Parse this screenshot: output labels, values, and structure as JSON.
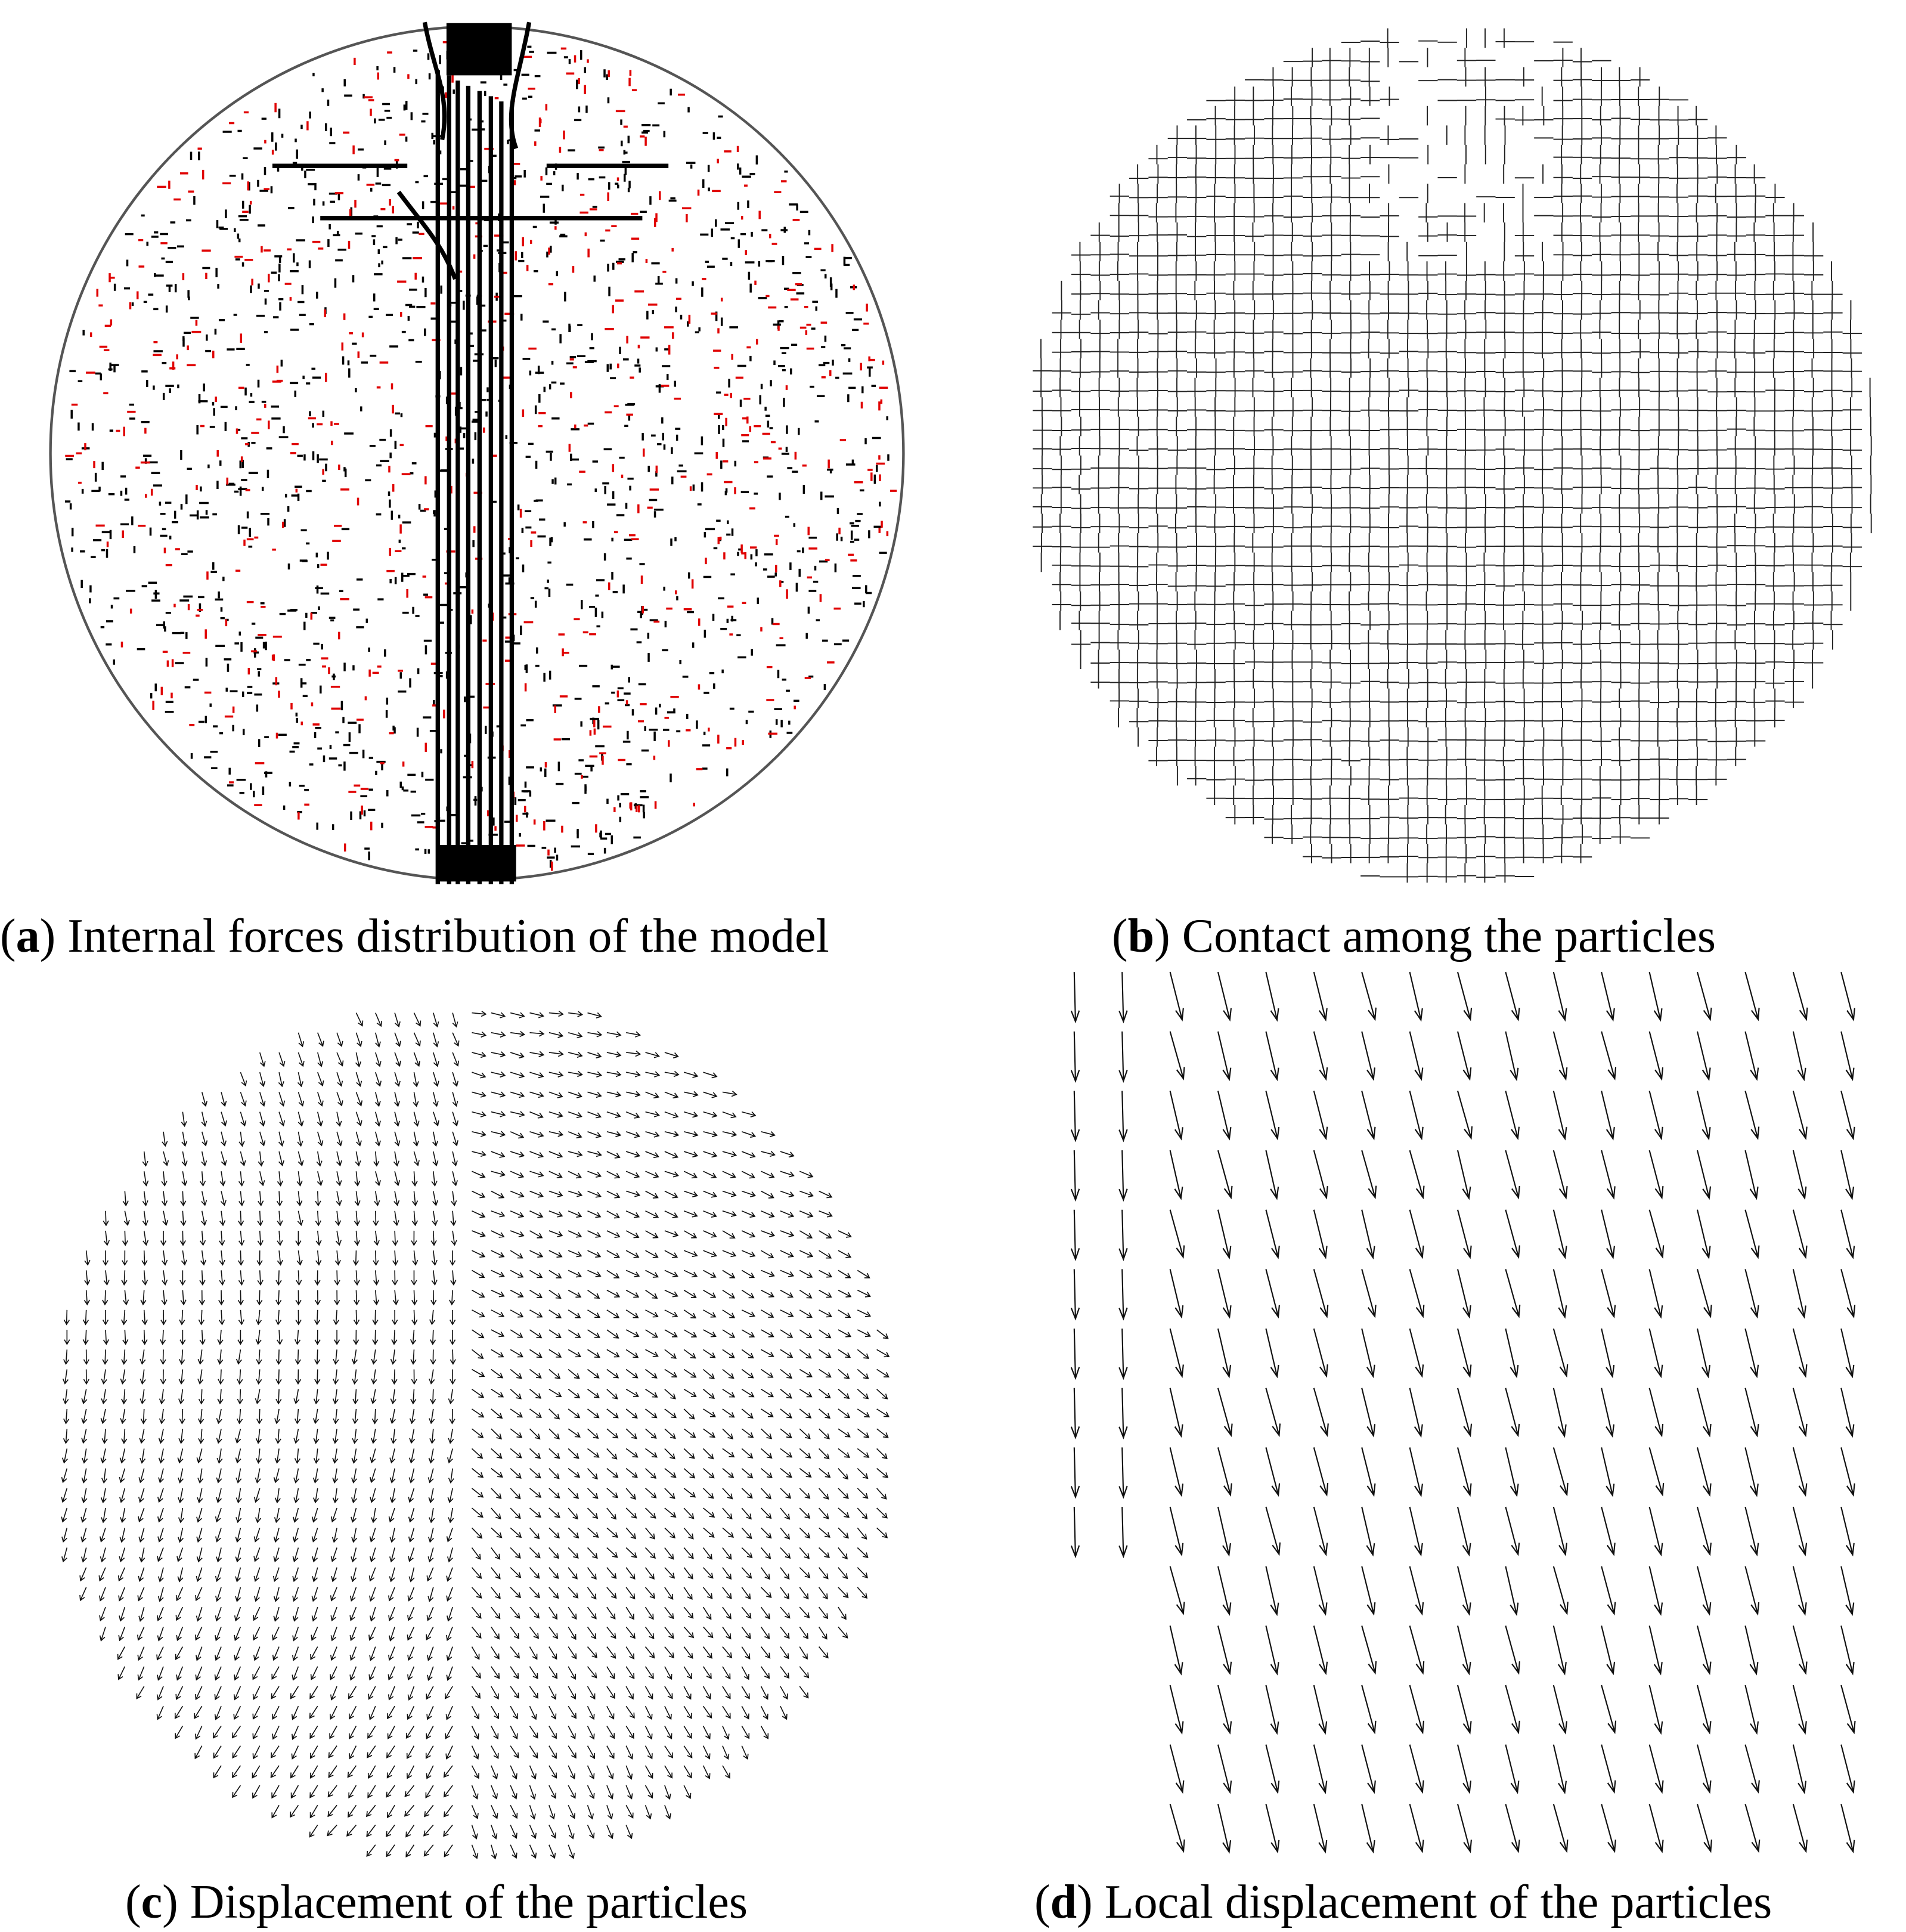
{
  "figure": {
    "panels": [
      {
        "id": "a",
        "letter": "a",
        "caption": "Internal forces distribution of the model"
      },
      {
        "id": "b",
        "letter": "b",
        "caption": "Contact among the particles"
      },
      {
        "id": "c",
        "letter": "c",
        "caption": "Displacement of the particles"
      },
      {
        "id": "d",
        "letter": "d",
        "caption": "Local displacement of the particles"
      }
    ],
    "colors": {
      "compression": "#000000",
      "tension": "#e00000",
      "outline": "#555555",
      "background": "#ffffff"
    }
  }
}
